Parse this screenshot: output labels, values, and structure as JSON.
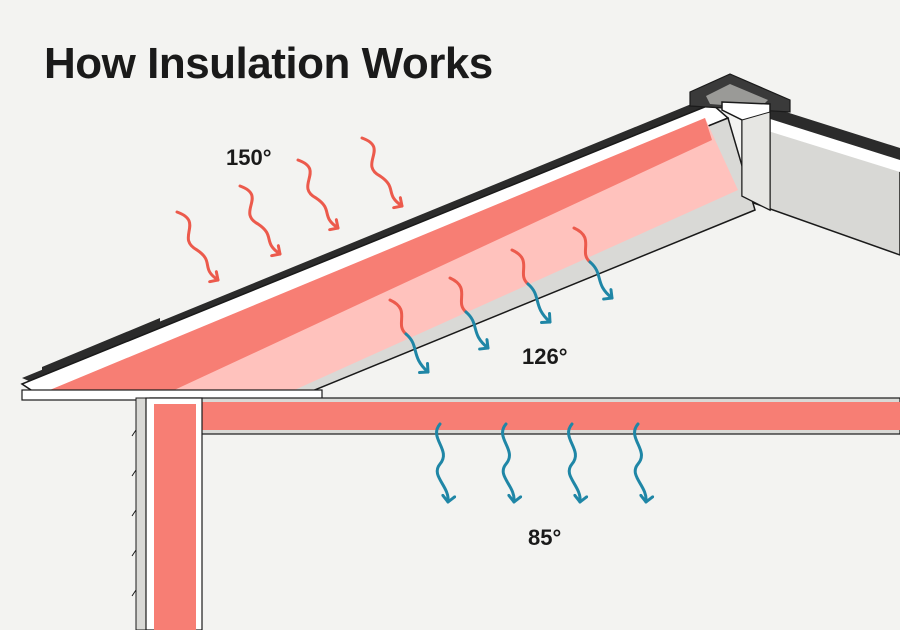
{
  "title": "How Insulation Works",
  "temperatures": {
    "outside": "150°",
    "attic": "126°",
    "room": "85°"
  },
  "colors": {
    "background": "#f3f3f1",
    "insulation": "#f77e74",
    "insulation_light": "#ffc2bd",
    "heat_outside": "#ec5a4c",
    "heat_inside": "#1f86a6",
    "shingles": "#2b2b2b",
    "text": "#1a1a1a"
  }
}
